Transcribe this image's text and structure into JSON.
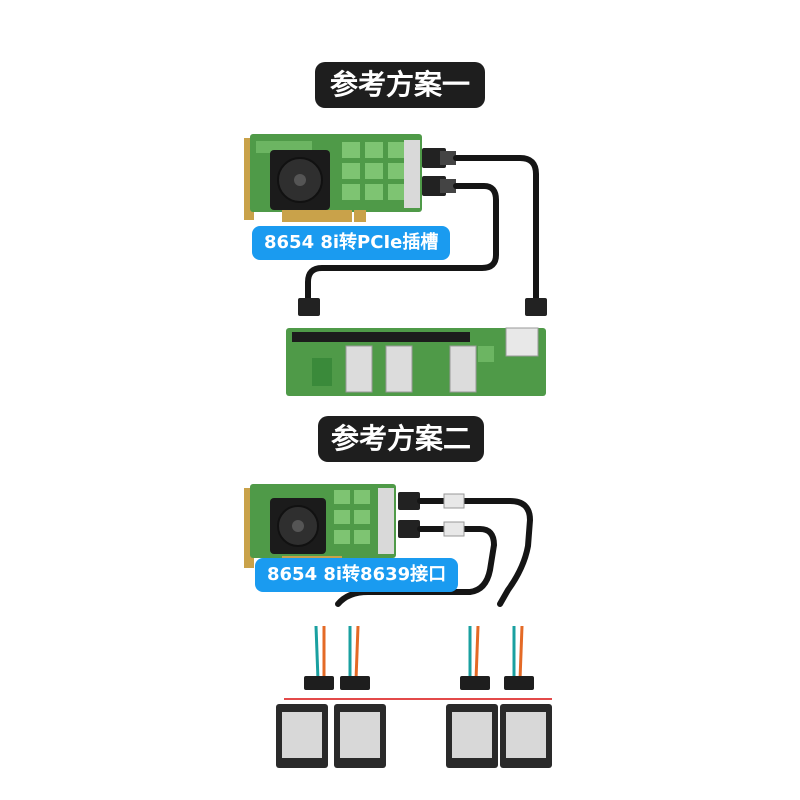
{
  "section1": {
    "title": "参考方案一",
    "label": "8654 8i转PCIe插槽"
  },
  "section2": {
    "title": "参考方案二",
    "label": "8654 8i转8639接口"
  },
  "colors": {
    "pill_bg": "#1e1e1e",
    "label_bg": "#1a9bf0",
    "pcb_green": "#4f9a48",
    "accent_red": "#e34a4a"
  },
  "icons": [
    "raid-card-image",
    "riser-board-image",
    "cable-image",
    "ssd-drive-image"
  ]
}
